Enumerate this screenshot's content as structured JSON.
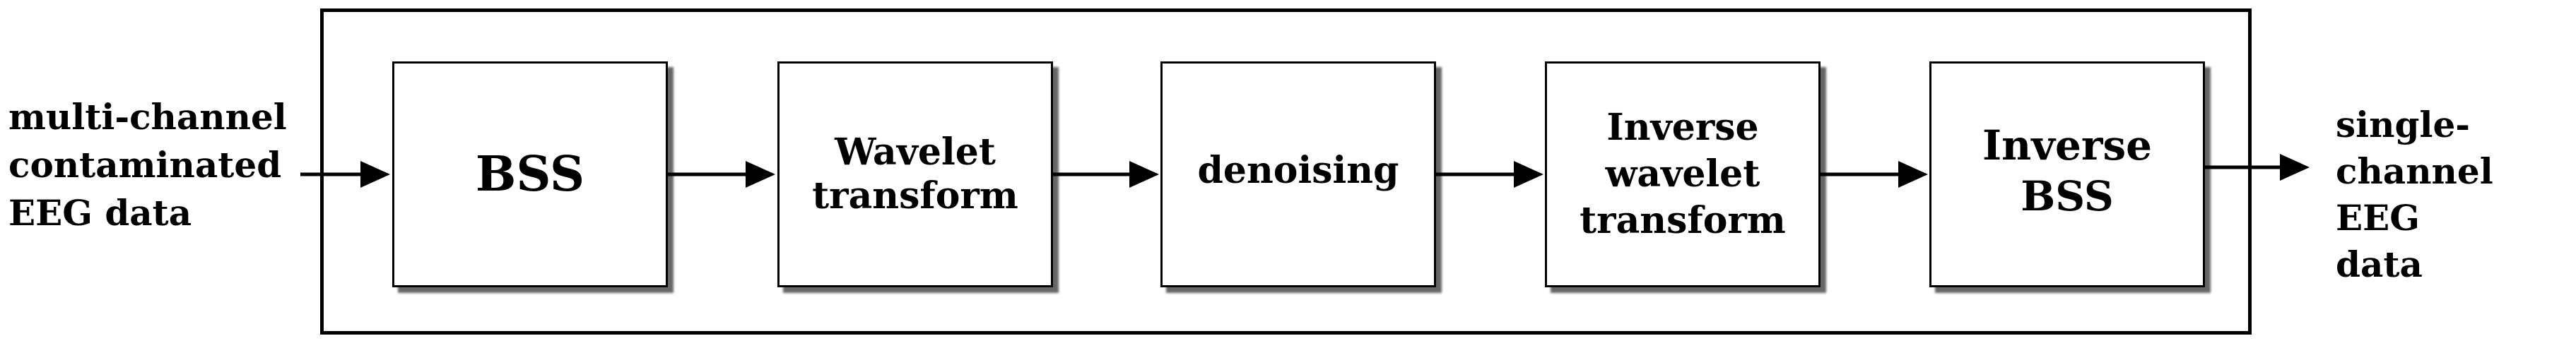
{
  "input_label": "multi-channel\ncontaminated\nEEG data",
  "output_label": "single-\nchannel EEG\ndata",
  "blocks": [
    {
      "label": "BSS"
    },
    {
      "label": "Wavelet\ntransform"
    },
    {
      "label": "denoising"
    },
    {
      "label": "Inverse\nwavelet\ntransform"
    },
    {
      "label": "Inverse\nBSS"
    }
  ],
  "colors": {
    "stroke": "#000000",
    "background": "#ffffff"
  }
}
